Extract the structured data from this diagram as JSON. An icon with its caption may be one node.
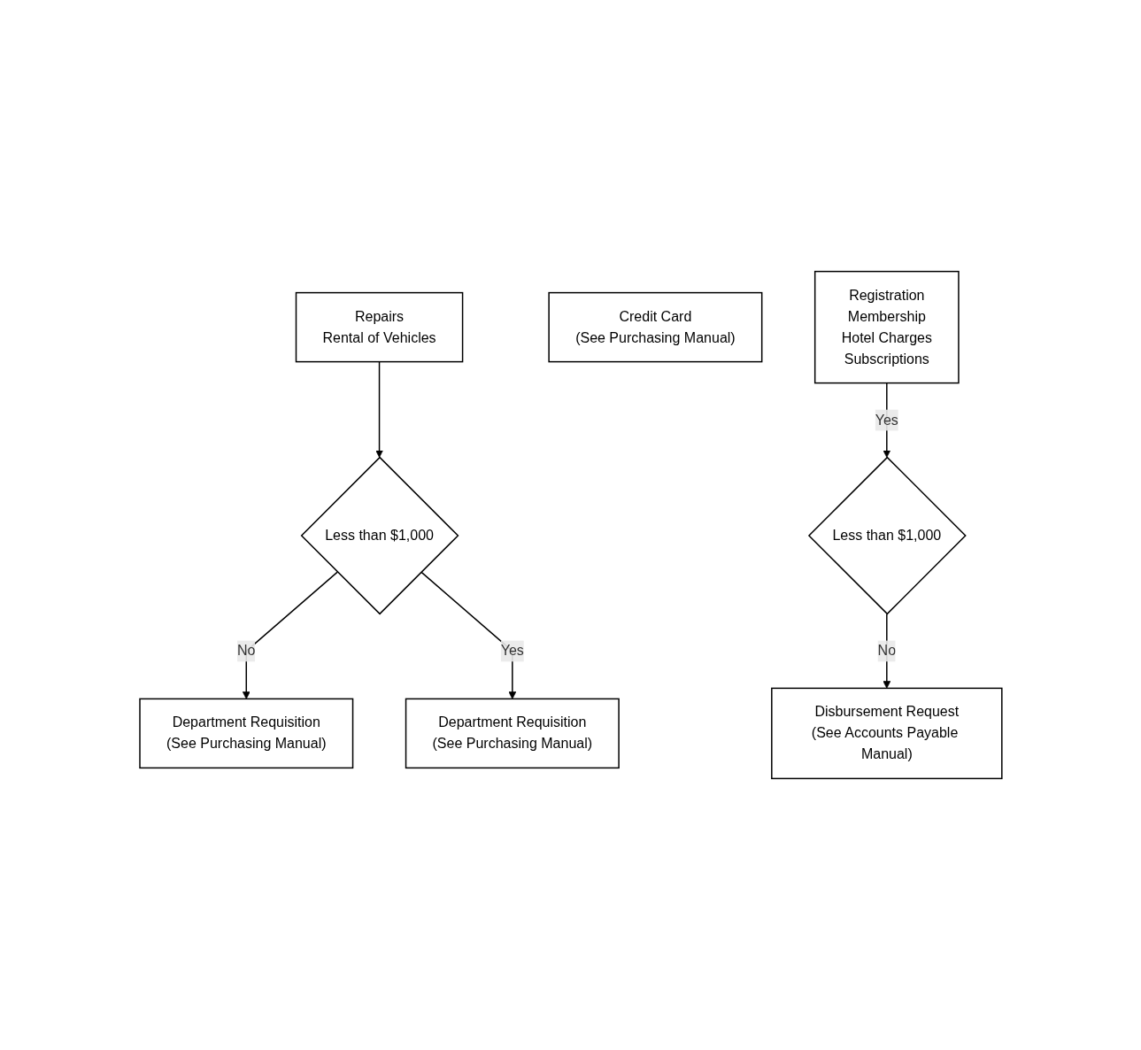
{
  "diagram": {
    "nodes": [
      {
        "text": [
          "Repairs",
          "Rental of Vehicles"
        ]
      },
      {
        "text": [
          "Less than $1,000"
        ]
      },
      {
        "text": [
          "Department Requisition",
          "(See Purchasing Manual)"
        ]
      },
      {
        "text": [
          "Department Requisition",
          "(See Purchasing Manual)"
        ]
      },
      {
        "text": [
          "Credit Card",
          "(See Purchasing Manual)"
        ]
      },
      {
        "text": [
          "Registration",
          "Membership",
          "Hotel Charges",
          "Subscriptions"
        ]
      },
      {
        "text": [
          "Less than $1,000"
        ]
      },
      {
        "text": [
          "Disbursement Request",
          "(See Accounts Payable Manual)"
        ]
      }
    ],
    "edges": [
      {
        "from": 0,
        "to": 1,
        "arrow": "to"
      },
      {
        "from": 1,
        "to": 2,
        "label": "No",
        "arrow": "to"
      },
      {
        "from": 1,
        "to": 3,
        "label": "Yes",
        "arrow": "to"
      },
      {
        "from": 5,
        "to": 6,
        "label": "Yes",
        "arrow": "to"
      },
      {
        "from": 6,
        "to": 7,
        "label": "No",
        "arrow": "to"
      }
    ]
  }
}
